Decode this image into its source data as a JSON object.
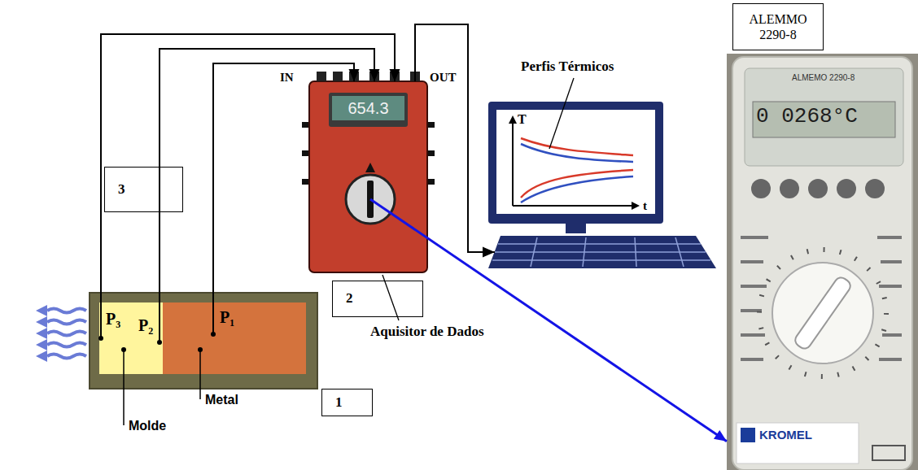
{
  "diagram": {
    "nodes": [
      {
        "text": [
          "3"
        ]
      },
      {
        "text": [
          "654.3",
          "IN",
          "OUT"
        ]
      },
      {
        "text": [
          "T",
          "t"
        ]
      },
      {
        "text": [
          "ALEMMO 2290-8"
        ]
      },
      {
        "text": [
          "ALMEMO 2290-8",
          "0 0268°C",
          "KROMEL"
        ]
      },
      {
        "text": [
          "2"
        ]
      },
      {
        "text": [
          "P₃",
          "P₂"
        ]
      },
      {
        "text": [
          "P₁"
        ]
      },
      {
        "text": [
          "1"
        ]
      }
    ],
    "edges": [
      {
        "from": 6,
        "to": 1,
        "arrow": "to"
      },
      {
        "from": 6,
        "to": 1,
        "arrow": "to"
      },
      {
        "from": 7,
        "to": 1,
        "arrow": "to"
      },
      {
        "from": 1,
        "to": 2,
        "arrow": "to"
      },
      {
        "from": 1,
        "to": 4,
        "arrow": "to"
      }
    ],
    "labels": [
      "Perfis Térmicos",
      "Aquisitor de Dados",
      "Molde",
      "Metal"
    ]
  }
}
